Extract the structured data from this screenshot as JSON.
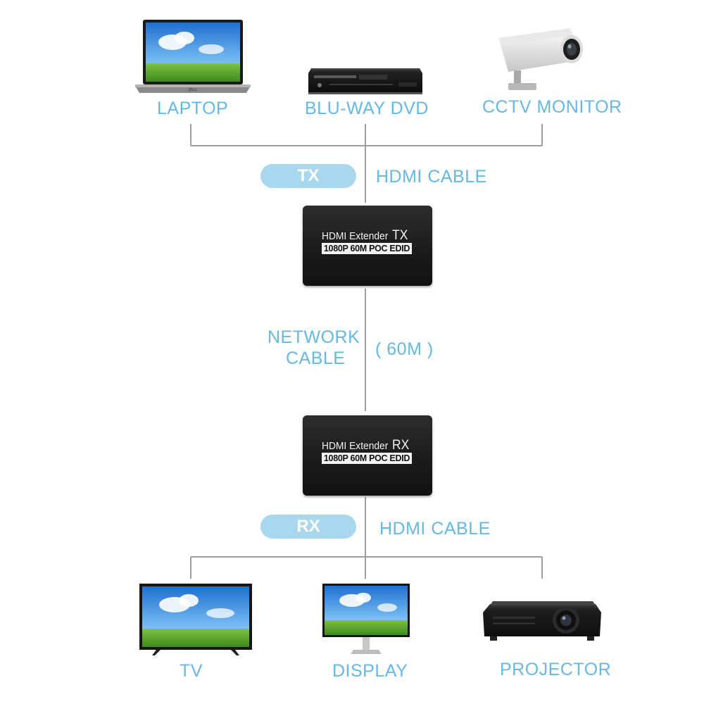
{
  "sources": {
    "laptop": {
      "label": "LAPTOP",
      "icon": "laptop-icon",
      "badge": "DELL"
    },
    "dvd": {
      "label": "BLU-WAY DVD",
      "icon": "dvd-player-icon"
    },
    "cctv": {
      "label": "CCTV MONITOR",
      "icon": "cctv-camera-icon"
    }
  },
  "tx": {
    "pill": "TX",
    "cable": "HDMI CABLE",
    "device_name": "HDMI Extender",
    "device_code": "TX",
    "device_spec": "1080P 60M POC EDID"
  },
  "network": {
    "line1": "NETWORK",
    "line2": "CABLE",
    "distance": "( 60M )"
  },
  "rx": {
    "pill": "RX",
    "cable": "HDMI CABLE",
    "device_name": "HDMI Extender",
    "device_code": "RX",
    "device_spec": "1080P 60M POC EDID"
  },
  "outputs": {
    "tv": {
      "label": "TV",
      "icon": "tv-icon"
    },
    "display": {
      "label": "DISPLAY",
      "icon": "monitor-icon"
    },
    "projector": {
      "label": "PROJECTOR",
      "icon": "projector-icon"
    }
  },
  "colors": {
    "label_blue": "#66b8e4",
    "pill_fill": "#a9d8ee",
    "line_gray": "#9e9e9e",
    "device_black": "#1b1b1c"
  }
}
